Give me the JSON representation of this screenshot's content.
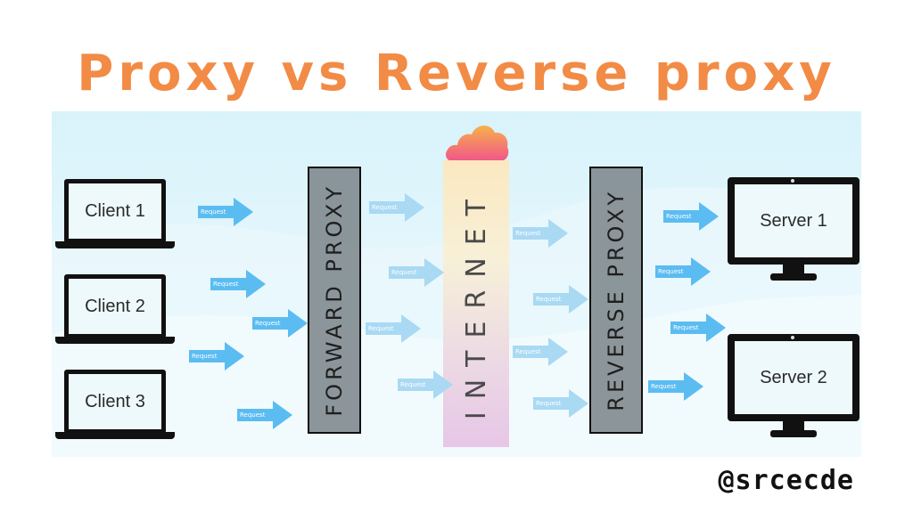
{
  "title": "Proxy vs Reverse proxy",
  "handle": "@srcecde",
  "clients": [
    "Client 1",
    "Client 2",
    "Client 3"
  ],
  "servers": [
    "Server 1",
    "Server 2"
  ],
  "forward_proxy_label": "FORWARD PROXY",
  "reverse_proxy_label": "REVERSE PROXY",
  "internet_label": "INTERNET",
  "arrow_label": "Request",
  "colors": {
    "title": "#f28b45",
    "arrow": "#5bbcf2",
    "proxy_box": "#7d878c",
    "cloud_top": "#f8b14a",
    "cloud_bottom": "#f0568a"
  }
}
